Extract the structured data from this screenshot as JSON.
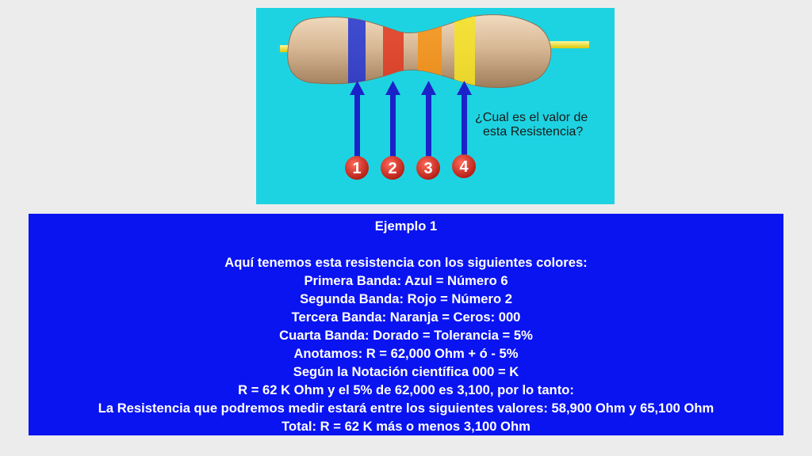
{
  "colors": {
    "background": "#ececec",
    "illustration_bg": "#1ed3e1",
    "panel_bg": "#0a14f0",
    "panel_text": "#ffffff",
    "resistor_body": "#d8b895",
    "lead": "#f2e81a",
    "band_1": "#1a2fd6",
    "band_2": "#e0321c",
    "band_3": "#f5900f",
    "band_4": "#f6e51e",
    "arrow": "#1a23c8",
    "marker": "#d8261e"
  },
  "illustration": {
    "question_line_1": "¿Cual es el valor de",
    "question_line_2": "esta Resistencia?",
    "markers": [
      "1",
      "2",
      "3",
      "4"
    ]
  },
  "panel": {
    "title": "Ejemplo 1",
    "lines": [
      "Aquí tenemos esta resistencia con los siguientes colores:",
      "Primera Banda: Azul = Número 6",
      "Segunda Banda: Rojo = Número 2",
      "Tercera Banda: Naranja = Ceros: 000",
      "Cuarta Banda: Dorado = Tolerancia = 5%",
      "Anotamos: R = 62,000 Ohm + ó -  5%",
      "Según la Notación científica 000 = K",
      "R = 62 K Ohm y el 5% de 62,000 es 3,100, por lo tanto:",
      "La Resistencia que podremos medir estará entre los siguientes valores: 58,900 Ohm y 65,100 Ohm",
      "Total: R = 62 K más o menos 3,100 Ohm"
    ]
  }
}
